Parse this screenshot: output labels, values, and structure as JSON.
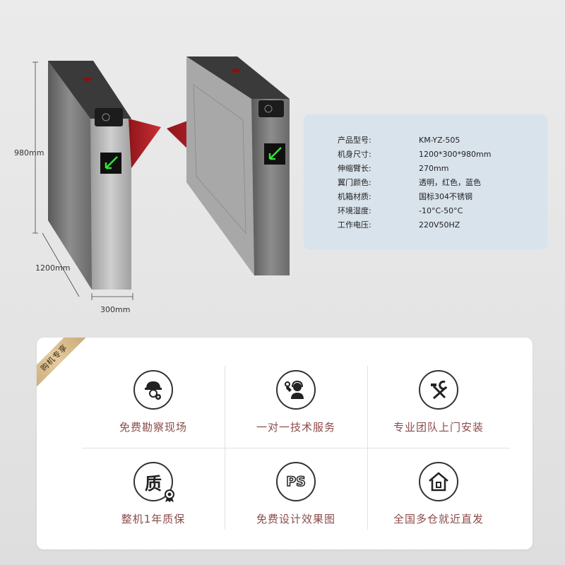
{
  "dimensions": {
    "height": "980mm",
    "length": "1200mm",
    "width": "300mm"
  },
  "specs": [
    {
      "key": "产品型号:",
      "value": "KM-YZ-505"
    },
    {
      "key": "机身尺寸:",
      "value": "1200*300*980mm"
    },
    {
      "key": "伸缩臂长:",
      "value": "270mm"
    },
    {
      "key": "翼门颜色:",
      "value": "透明，红色，蓝色"
    },
    {
      "key": "机箱材质:",
      "value": "国标304不锈钢"
    },
    {
      "key": "环境湿度:",
      "value": "-10°C-50°C"
    },
    {
      "key": "工作电压:",
      "value": "220V50HZ"
    }
  ],
  "ribbon": "购机专享",
  "features": [
    {
      "label": "免费勘察现场",
      "icon": "worker-helmet-gear-icon"
    },
    {
      "label": "一对一技术服务",
      "icon": "headset-support-icon"
    },
    {
      "label": "专业团队上门安装",
      "icon": "hammer-wrench-icon"
    },
    {
      "label": "整机1年质保",
      "icon": "quality-badge-icon",
      "icon_text": "质"
    },
    {
      "label": "免费设计效果图",
      "icon": "ps-design-icon",
      "icon_text": "PS"
    },
    {
      "label": "全国多仓就近直发",
      "icon": "house-warehouse-icon"
    }
  ],
  "colors": {
    "spec_panel_bg": "#d9e3ec",
    "feature_label": "#8c4a4a",
    "ribbon_gold": "#d8bc8a",
    "flap_red": "#b0151c"
  }
}
